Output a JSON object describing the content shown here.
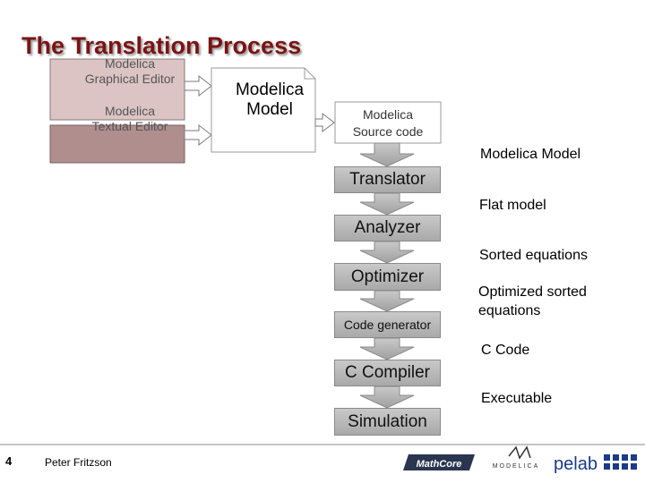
{
  "title": "The Translation Process",
  "editors": {
    "graphical": "Modelica\nGraphical Editor",
    "textual": "Modelica\nTextual Editor"
  },
  "model_doc": "Modelica\nModel",
  "source_code": "Modelica\nSource code",
  "steps": {
    "translator": "Translator",
    "analyzer": "Analyzer",
    "optimizer": "Optimizer",
    "code_generator": "Code generator",
    "c_compiler": "C Compiler",
    "simulation": "Simulation"
  },
  "labels": {
    "modelica_model": "Modelica Model",
    "flat_model": "Flat model",
    "sorted_equations": "Sorted equations",
    "optimized_sorted": "Optimized sorted\nequations",
    "c_code": "C Code",
    "executable": "Executable"
  },
  "footer": {
    "page_number": "4",
    "author": "Peter Fritzson",
    "logo_mathcore": "MathCore",
    "logo_modelica": "MODELICA",
    "logo_pelab": "pelab"
  }
}
